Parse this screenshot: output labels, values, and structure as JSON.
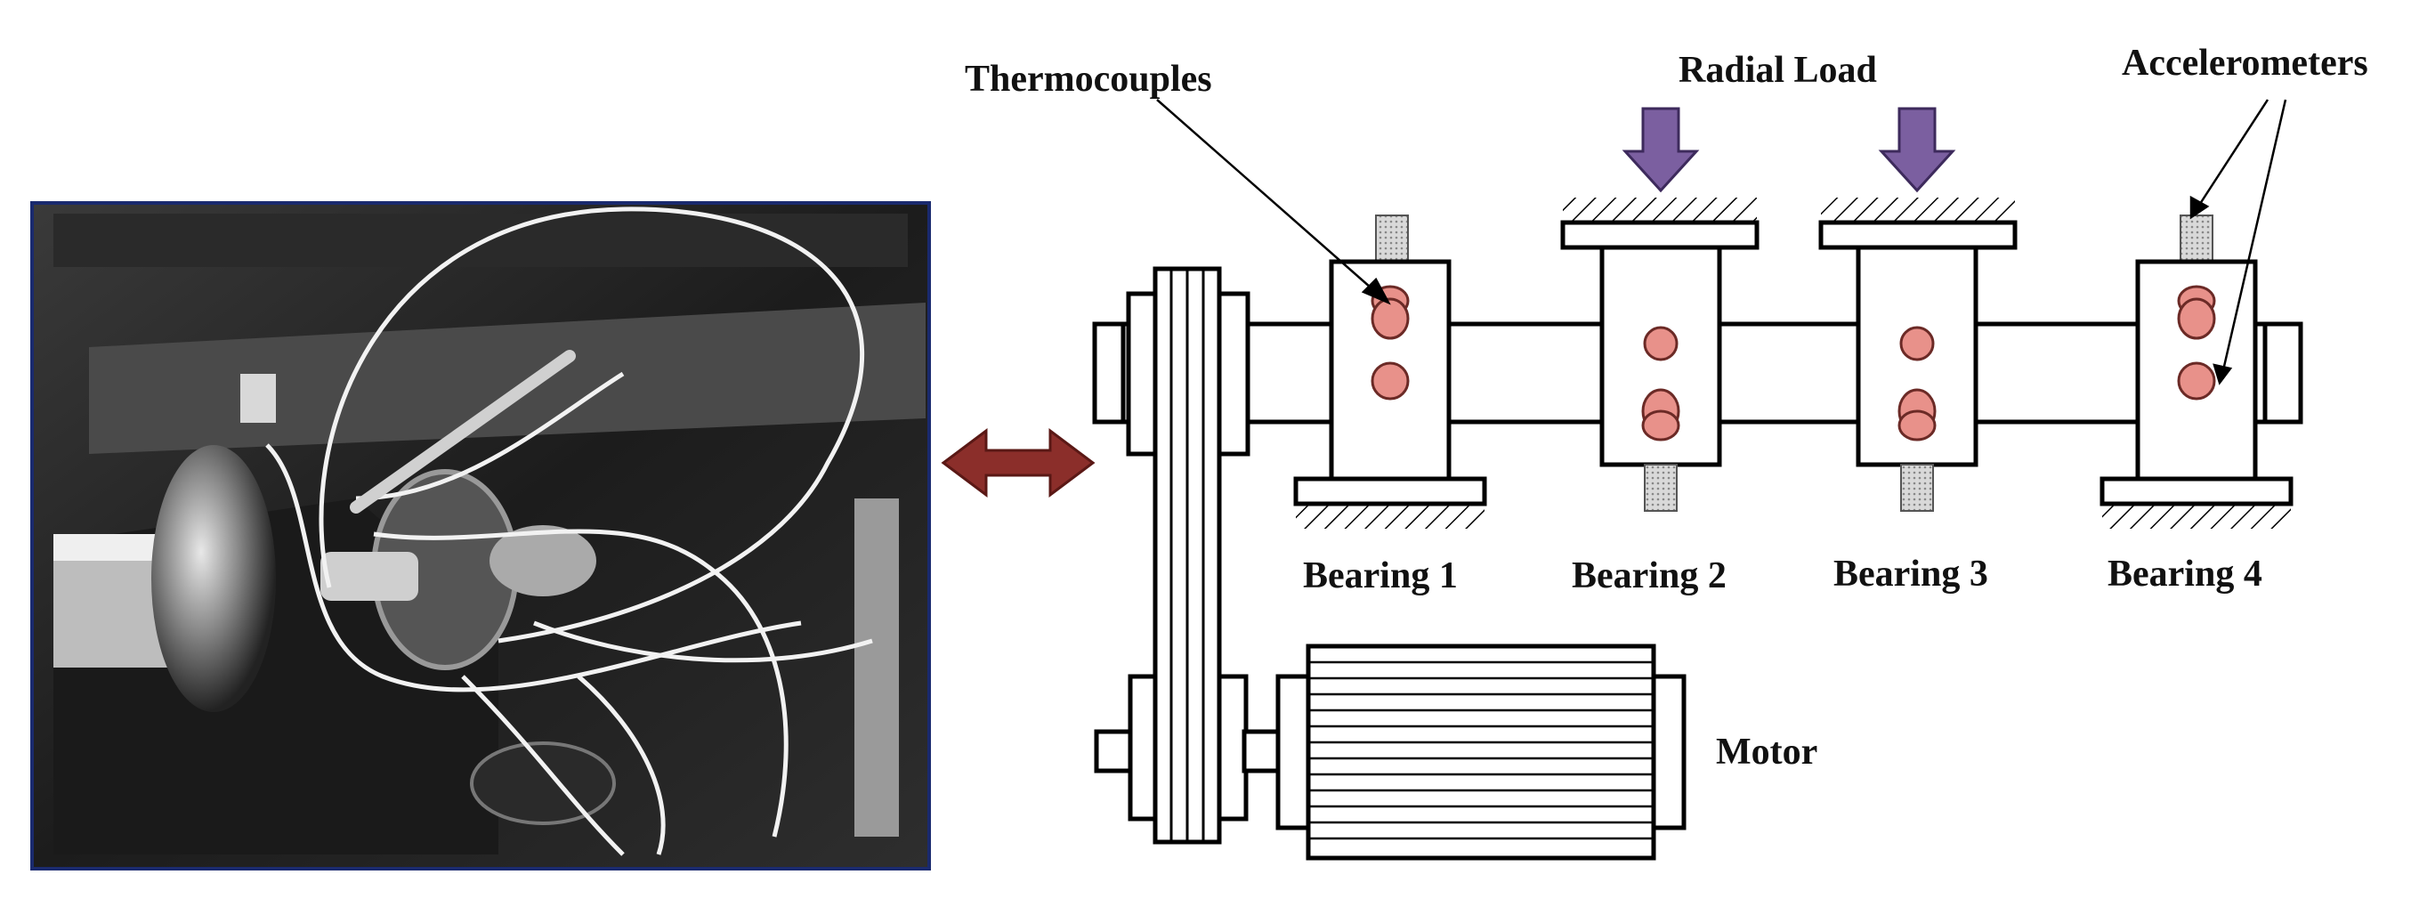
{
  "photo": {
    "description_icon": "test-rig-photo"
  },
  "labels": {
    "thermocouples": "Thermocouples",
    "radial_load": "Radial Load",
    "accelerometers": "Accelerometers",
    "motor": "Motor",
    "bearings": [
      "Bearing 1",
      "Bearing 2",
      "Bearing 3",
      "Bearing 4"
    ]
  },
  "colors": {
    "sensor_fill": "#e8918a",
    "load_arrow": "#7b5fa0",
    "link_arrow": "#8b2e2a",
    "photo_border": "#1a2a6e",
    "accelerometer_fill": "#cccccc"
  }
}
